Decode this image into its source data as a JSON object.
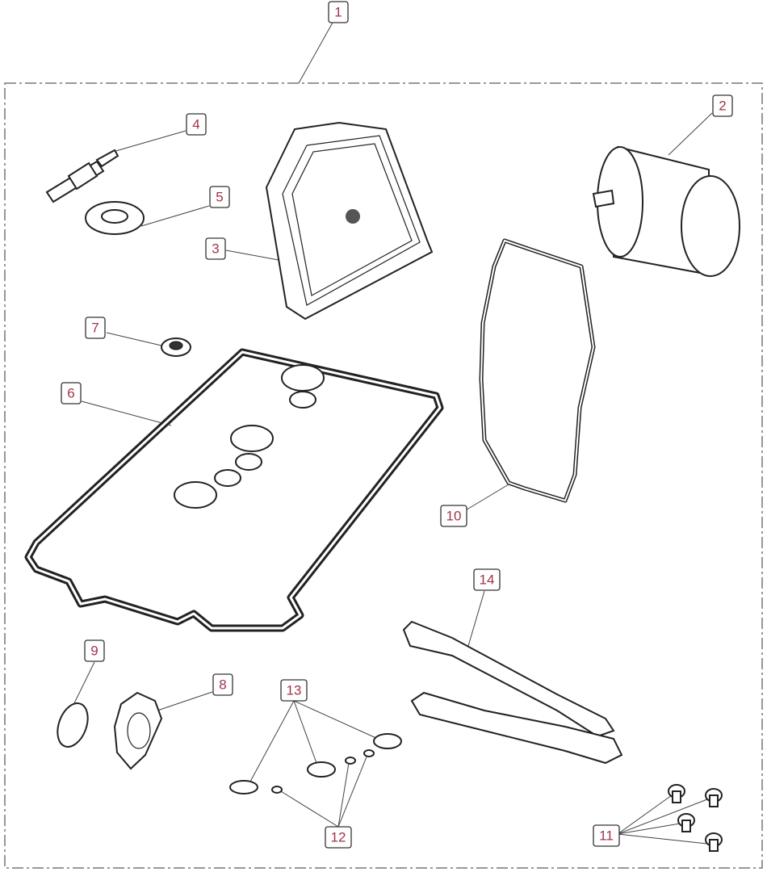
{
  "diagram": {
    "title_label": "1",
    "callouts": [
      {
        "id": "1"
      },
      {
        "id": "2"
      },
      {
        "id": "3"
      },
      {
        "id": "4"
      },
      {
        "id": "5"
      },
      {
        "id": "6"
      },
      {
        "id": "7"
      },
      {
        "id": "8"
      },
      {
        "id": "9"
      },
      {
        "id": "10"
      },
      {
        "id": "11"
      },
      {
        "id": "12"
      },
      {
        "id": "13"
      },
      {
        "id": "14"
      }
    ],
    "colors": {
      "label_text": "#a0344a",
      "label_border": "#333333",
      "frame": "#777777"
    }
  }
}
